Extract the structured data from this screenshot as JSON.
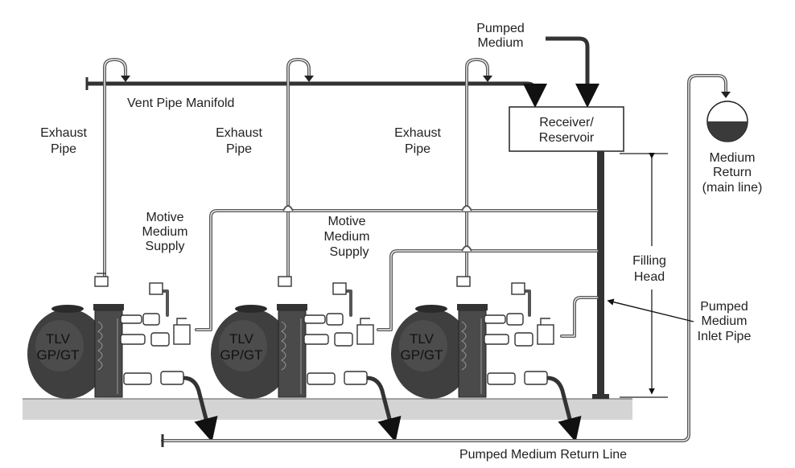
{
  "labels": {
    "pumped_medium_top": [
      "Pumped",
      "Medium"
    ],
    "vent_pipe_manifold": "Vent Pipe Manifold",
    "receiver": [
      "Receiver/",
      "Reservoir"
    ],
    "medium_return": [
      "Medium",
      "Return",
      "(main line)"
    ],
    "exhaust_pipe": [
      "Exhaust",
      "Pipe"
    ],
    "motive_supply": [
      "Motive",
      "Medium",
      "Supply"
    ],
    "filling_head": [
      "Filling",
      "Head"
    ],
    "inlet_pipe": [
      "Pumped",
      "Medium",
      "Inlet Pipe"
    ],
    "return_line": "Pumped Medium Return Line"
  },
  "pumps": [
    {
      "label": [
        "TLV",
        "GP/GT"
      ]
    },
    {
      "label": [
        "TLV",
        "GP/GT"
      ]
    },
    {
      "label": [
        "TLV",
        "GP/GT"
      ]
    }
  ]
}
